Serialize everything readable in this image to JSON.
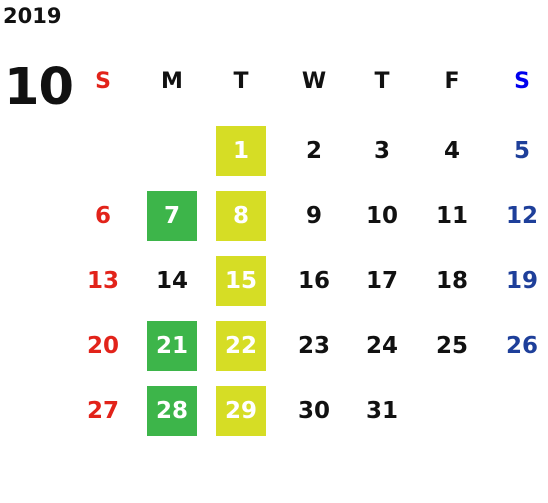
{
  "calendar": {
    "year": "2019",
    "month": "10",
    "weekdays": [
      "S",
      "M",
      "T",
      "W",
      "T",
      "F",
      "S"
    ],
    "first_weekday_index": 2,
    "days_in_month": 31,
    "highlight_green_days": [
      7,
      21,
      28
    ],
    "highlight_yellow_days": [
      1,
      8,
      15,
      22,
      29
    ],
    "colors": {
      "sunday": "#e2231a",
      "saturday": "#1e3f9a",
      "saturday_header": "#0000ee",
      "weekday": "#111111",
      "highlight_green": "#3db54a",
      "highlight_yellow": "#d6dd25",
      "highlight_text": "#ffffff"
    }
  }
}
